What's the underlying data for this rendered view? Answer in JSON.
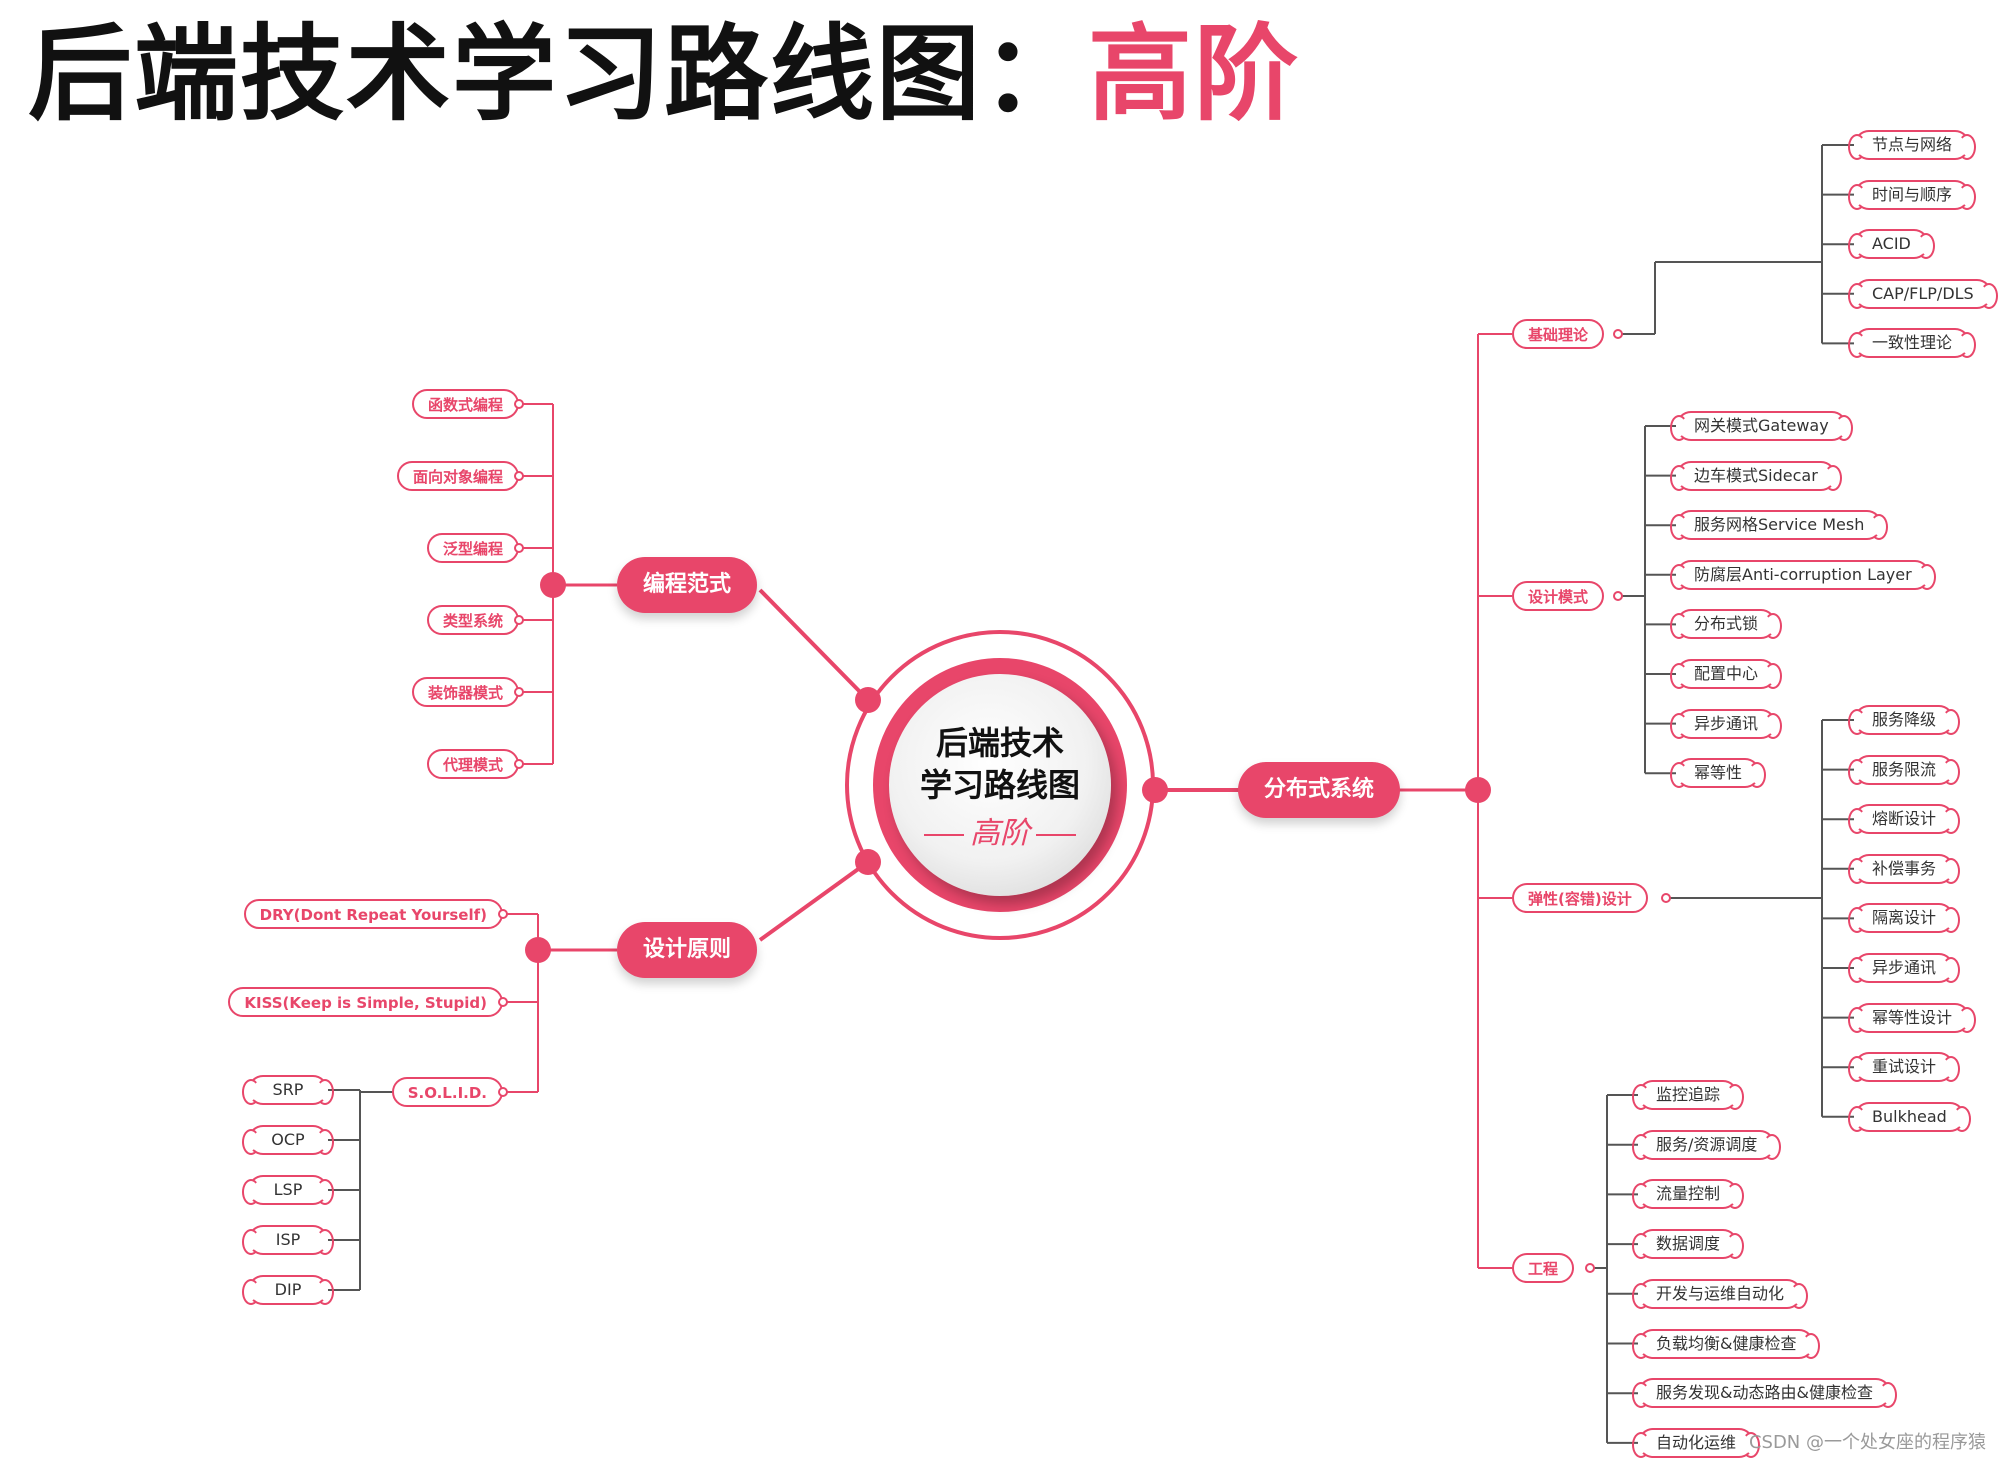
{
  "title": {
    "main": "后端技术学习路线图：",
    "highlight": "高阶"
  },
  "center": {
    "line1": "后端技术",
    "line2": "学习路线图",
    "line3": "高阶"
  },
  "branches": {
    "paradigm": {
      "label": "编程范式",
      "items": [
        "函数式编程",
        "面向对象编程",
        "泛型编程",
        "类型系统",
        "装饰器模式",
        "代理模式"
      ]
    },
    "principles": {
      "label": "设计原则",
      "items": [
        "DRY(Dont Repeat Yourself)",
        "KISS(Keep is Simple, Stupid)"
      ],
      "solid": {
        "label": "S.O.L.I.D.",
        "items": [
          "SRP",
          "OCP",
          "LSP",
          "ISP",
          "DIP"
        ]
      }
    },
    "distributed": {
      "label": "分布式系统",
      "theory": {
        "label": "基础理论",
        "items": [
          "节点与网络",
          "时间与顺序",
          "ACID",
          "CAP/FLP/DLS",
          "一致性理论"
        ]
      },
      "patterns": {
        "label": "设计模式",
        "items": [
          "网关模式Gateway",
          "边车模式Sidecar",
          "服务网格Service Mesh",
          "防腐层Anti-corruption Layer",
          "分布式锁",
          "配置中心",
          "异步通讯",
          "幂等性"
        ]
      },
      "resilience": {
        "label": "弹性(容错)设计",
        "items": [
          "服务降级",
          "服务限流",
          "熔断设计",
          "补偿事务",
          "隔离设计",
          "异步通讯",
          "幂等性设计",
          "重试设计",
          "Bulkhead"
        ]
      },
      "engineering": {
        "label": "工程",
        "items": [
          "监控追踪",
          "服务/资源调度",
          "流量控制",
          "数据调度",
          "开发与运维自动化",
          "负载均衡&健康检查",
          "服务发现&动态路由&健康检查",
          "自动化运维"
        ]
      }
    }
  },
  "watermark": "CSDN @一个处女座的程序猿",
  "colors": {
    "accent": "#e8466a",
    "line": "#555555"
  }
}
